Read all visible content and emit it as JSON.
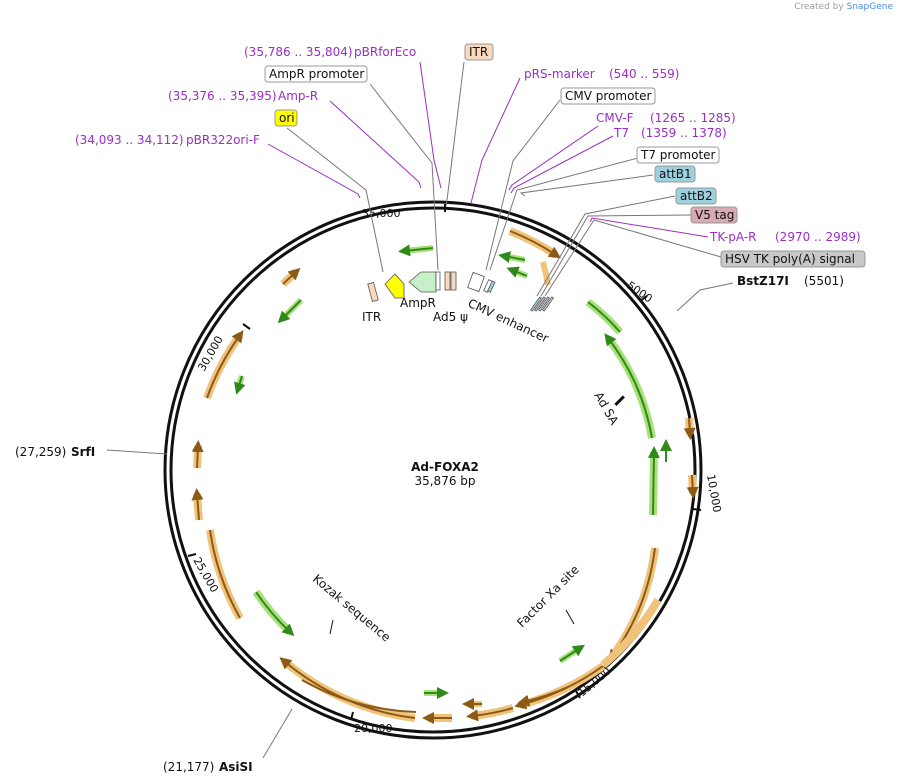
{
  "branding": {
    "created_by": "Created by",
    "app": "SnapGene"
  },
  "plasmid": {
    "name": "Ad-FOXA2",
    "length": "35,876 bp"
  },
  "colors": {
    "feature_orange": "#f0c27a",
    "feature_green": "#a8e07a",
    "arrow_brown": "#8b5a16",
    "arrow_green": "#2f8a1a",
    "primer_purple": "#9a2ec6",
    "ori_yellow": "#ffff00",
    "itr_peach": "#f9d9bd",
    "att_blue": "#9dd1de",
    "v5_pink": "#d9aab4",
    "polyA_gray": "#c8c8c8"
  },
  "ticks": [
    "5000",
    "10,000",
    "15,000",
    "20,000",
    "25,000",
    "30,000",
    "35,000"
  ],
  "primers": [
    {
      "name": "pBRforEco",
      "range": "(35,786 .. 35,804)"
    },
    {
      "name": "pRS-marker",
      "range": "(540 .. 559)"
    },
    {
      "name": "Amp-R",
      "range": "(35,376 .. 35,395)"
    },
    {
      "name": "CMV-F",
      "range": "(1265 .. 1285)"
    },
    {
      "name": "T7",
      "range": "(1359 .. 1378)"
    },
    {
      "name": "pBR322ori-F",
      "range": "(34,093 .. 34,112)"
    },
    {
      "name": "TK-pA-R",
      "range": "(2970 .. 2989)"
    }
  ],
  "boxed_features": [
    {
      "name": "ITR",
      "style": "peach"
    },
    {
      "name": "AmpR promoter",
      "style": "white"
    },
    {
      "name": "CMV promoter",
      "style": "white"
    },
    {
      "name": "ori",
      "style": "yellow"
    },
    {
      "name": "T7 promoter",
      "style": "white"
    },
    {
      "name": "attB1",
      "style": "blue"
    },
    {
      "name": "attB2",
      "style": "blue"
    },
    {
      "name": "V5 tag",
      "style": "pink"
    },
    {
      "name": "HSV TK poly(A) signal",
      "style": "gray"
    }
  ],
  "enzymes": [
    {
      "name": "BstZ17I",
      "pos": "(5501)"
    },
    {
      "name": "SrfI",
      "pos": "(27,259)"
    },
    {
      "name": "AsiSI",
      "pos": "(21,177)"
    }
  ],
  "inner_labels": {
    "itr": "ITR",
    "ampr": "AmpR",
    "ad5": "Ad5 ψ",
    "cmv_enhancer": "CMV enhancer",
    "ad_sa": "Ad SA",
    "kozak": "Kozak sequence",
    "factor_xa": "Factor Xa site"
  }
}
